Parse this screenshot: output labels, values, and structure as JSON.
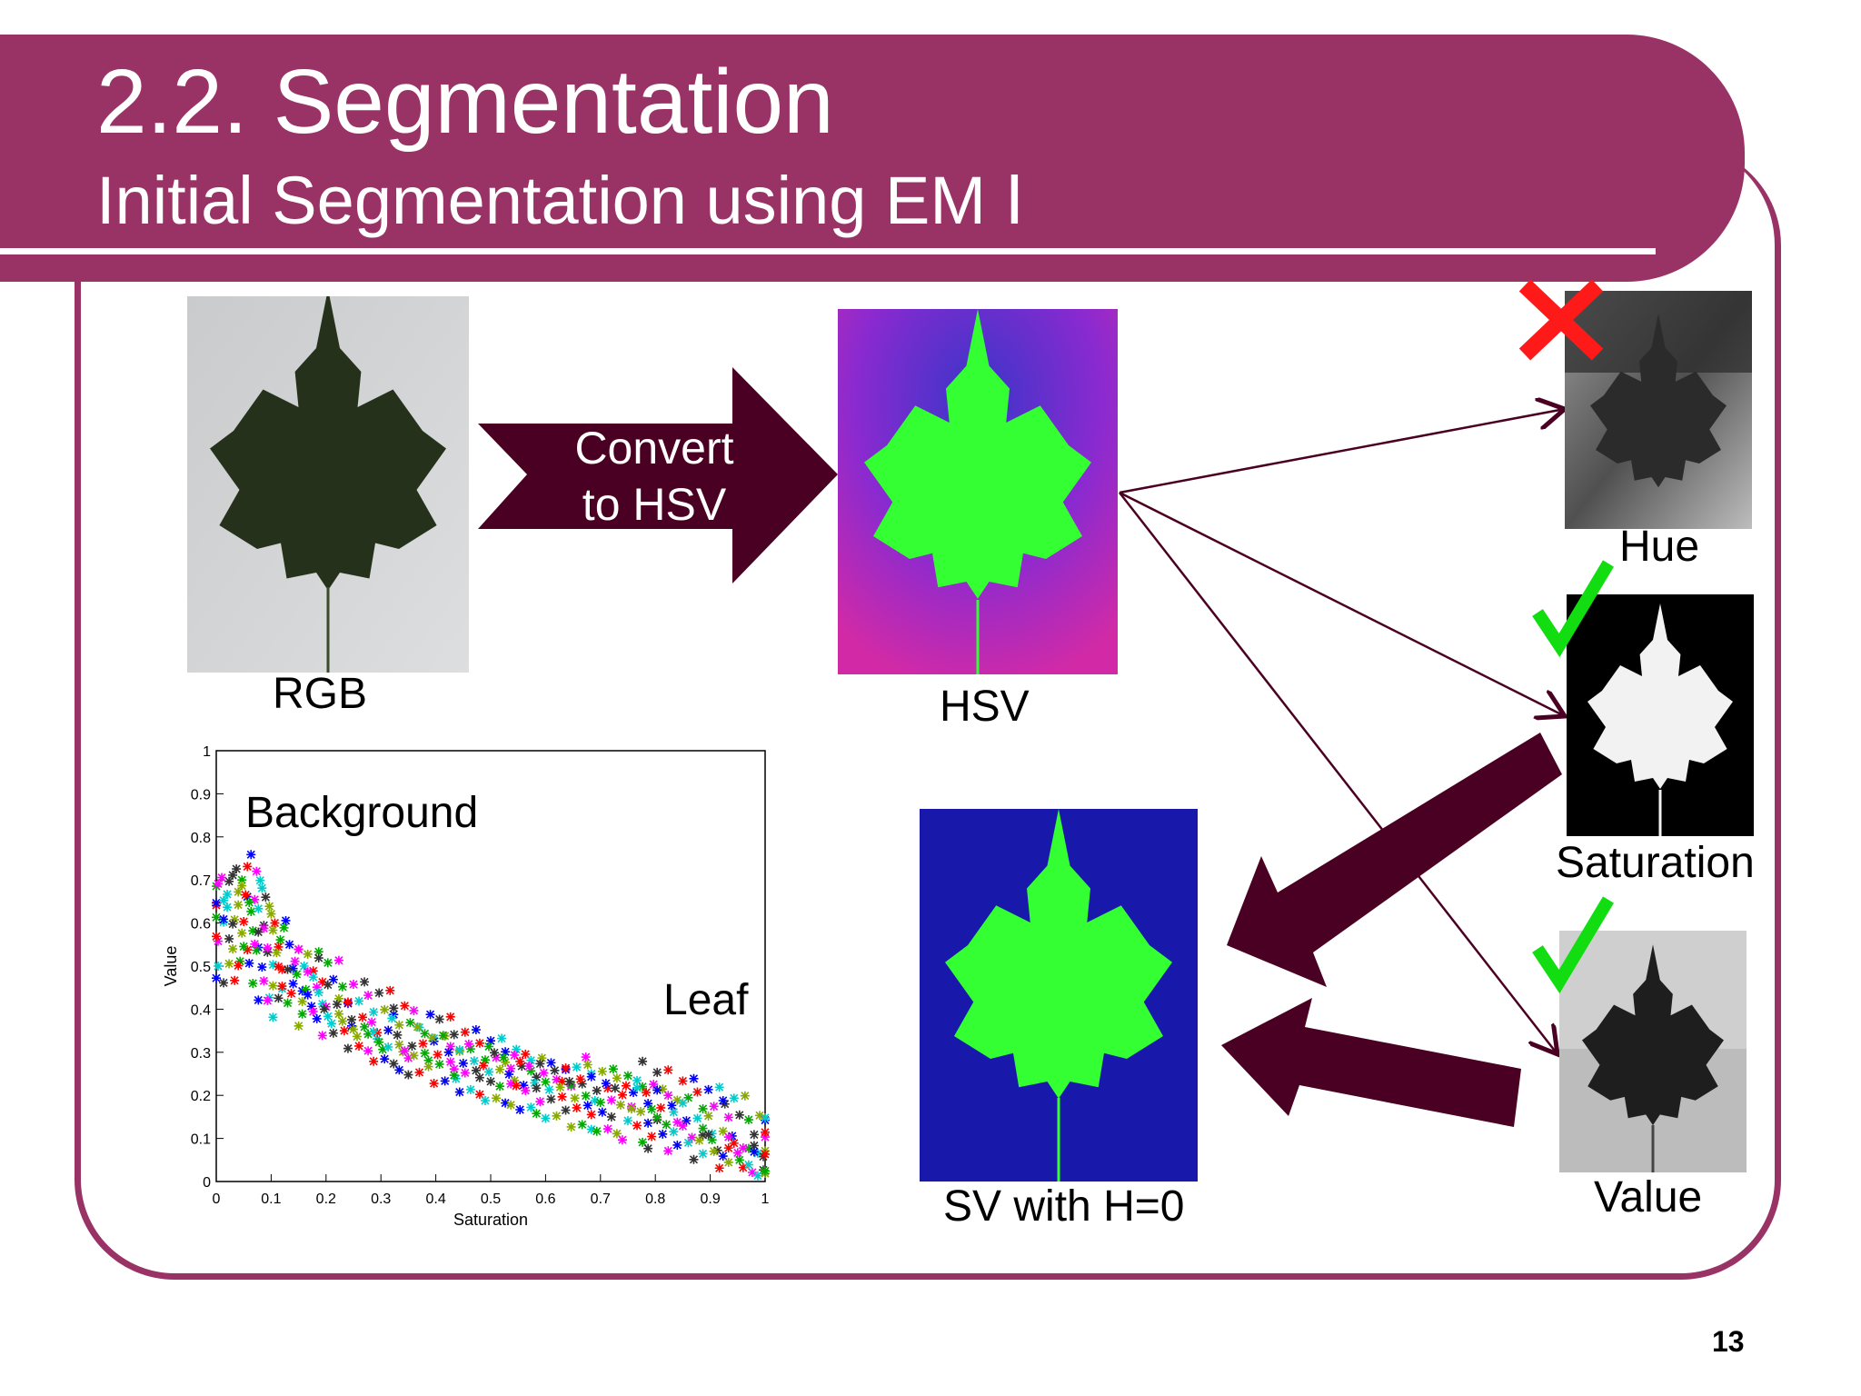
{
  "slide": {
    "title": "2.2. Segmentation",
    "subtitle_text": "Initial Segmentation using EM",
    "subtitle_numeral": "Ⅰ",
    "page_number": "13",
    "theme_color": "#993366",
    "arrow_color": "#4a0022"
  },
  "images": {
    "rgb_label": "RGB",
    "hsv_label": "HSV",
    "hue_label": "Hue",
    "saturation_label": "Saturation",
    "value_label": "Value",
    "sv_label": "SV with H=0"
  },
  "convert_arrow": {
    "line1": "Convert",
    "line2": "to HSV"
  },
  "marks": {
    "hue": "rejected-cross-icon",
    "saturation": "accepted-check-icon",
    "value": "accepted-check-icon"
  },
  "chart_data": {
    "type": "scatter",
    "xlabel": "Saturation",
    "ylabel": "Value",
    "xlim": [
      0,
      1
    ],
    "ylim": [
      0,
      1
    ],
    "xticks": [
      "0",
      "0.1",
      "0.2",
      "0.3",
      "0.4",
      "0.5",
      "0.6",
      "0.7",
      "0.8",
      "0.9",
      "1"
    ],
    "yticks": [
      "0",
      "0.1",
      "0.2",
      "0.3",
      "0.4",
      "0.5",
      "0.6",
      "0.7",
      "0.8",
      "0.9",
      "1"
    ],
    "annotations": [
      "Background",
      "Leaf"
    ],
    "marker": "+",
    "colors": [
      "#ff0000",
      "#00aa00",
      "#0000ff",
      "#ff00ff",
      "#00cccc",
      "#333333",
      "#88aa00"
    ],
    "series": [
      {
        "values": [
          [
            0.0,
            0.68
          ],
          [
            0.03,
            0.7
          ],
          [
            0.06,
            0.72
          ],
          [
            0.08,
            0.66
          ],
          [
            0.1,
            0.6
          ],
          [
            0.13,
            0.55
          ],
          [
            0.16,
            0.5
          ],
          [
            0.2,
            0.48
          ],
          [
            0.25,
            0.43
          ],
          [
            0.3,
            0.41
          ],
          [
            0.35,
            0.38
          ],
          [
            0.4,
            0.36
          ],
          [
            0.45,
            0.33
          ],
          [
            0.5,
            0.31
          ],
          [
            0.55,
            0.29
          ],
          [
            0.6,
            0.27
          ],
          [
            0.65,
            0.26
          ],
          [
            0.7,
            0.25
          ],
          [
            0.75,
            0.24
          ],
          [
            0.8,
            0.22
          ],
          [
            0.85,
            0.2
          ],
          [
            0.9,
            0.18
          ],
          [
            0.95,
            0.16
          ],
          [
            1.0,
            0.12
          ]
        ]
      },
      {
        "values": [
          [
            0.01,
            0.58
          ],
          [
            0.04,
            0.62
          ],
          [
            0.07,
            0.56
          ],
          [
            0.1,
            0.52
          ],
          [
            0.14,
            0.47
          ],
          [
            0.18,
            0.44
          ],
          [
            0.22,
            0.4
          ],
          [
            0.27,
            0.37
          ],
          [
            0.32,
            0.34
          ],
          [
            0.37,
            0.32
          ],
          [
            0.42,
            0.3
          ],
          [
            0.47,
            0.28
          ],
          [
            0.52,
            0.26
          ],
          [
            0.57,
            0.24
          ],
          [
            0.62,
            0.23
          ],
          [
            0.67,
            0.21
          ],
          [
            0.72,
            0.2
          ],
          [
            0.78,
            0.19
          ],
          [
            0.83,
            0.16
          ],
          [
            0.88,
            0.13
          ],
          [
            0.93,
            0.1
          ],
          [
            0.98,
            0.06
          ]
        ]
      },
      {
        "values": [
          [
            0.02,
            0.5
          ],
          [
            0.05,
            0.54
          ],
          [
            0.09,
            0.46
          ],
          [
            0.12,
            0.42
          ],
          [
            0.17,
            0.4
          ],
          [
            0.21,
            0.35
          ],
          [
            0.26,
            0.32
          ],
          [
            0.31,
            0.29
          ],
          [
            0.36,
            0.27
          ],
          [
            0.41,
            0.25
          ],
          [
            0.46,
            0.23
          ],
          [
            0.51,
            0.21
          ],
          [
            0.56,
            0.2
          ],
          [
            0.61,
            0.18
          ],
          [
            0.66,
            0.16
          ],
          [
            0.71,
            0.15
          ],
          [
            0.76,
            0.13
          ],
          [
            0.81,
            0.11
          ],
          [
            0.86,
            0.09
          ],
          [
            0.91,
            0.07
          ],
          [
            0.96,
            0.05
          ],
          [
            1.0,
            0.03
          ]
        ]
      }
    ]
  }
}
